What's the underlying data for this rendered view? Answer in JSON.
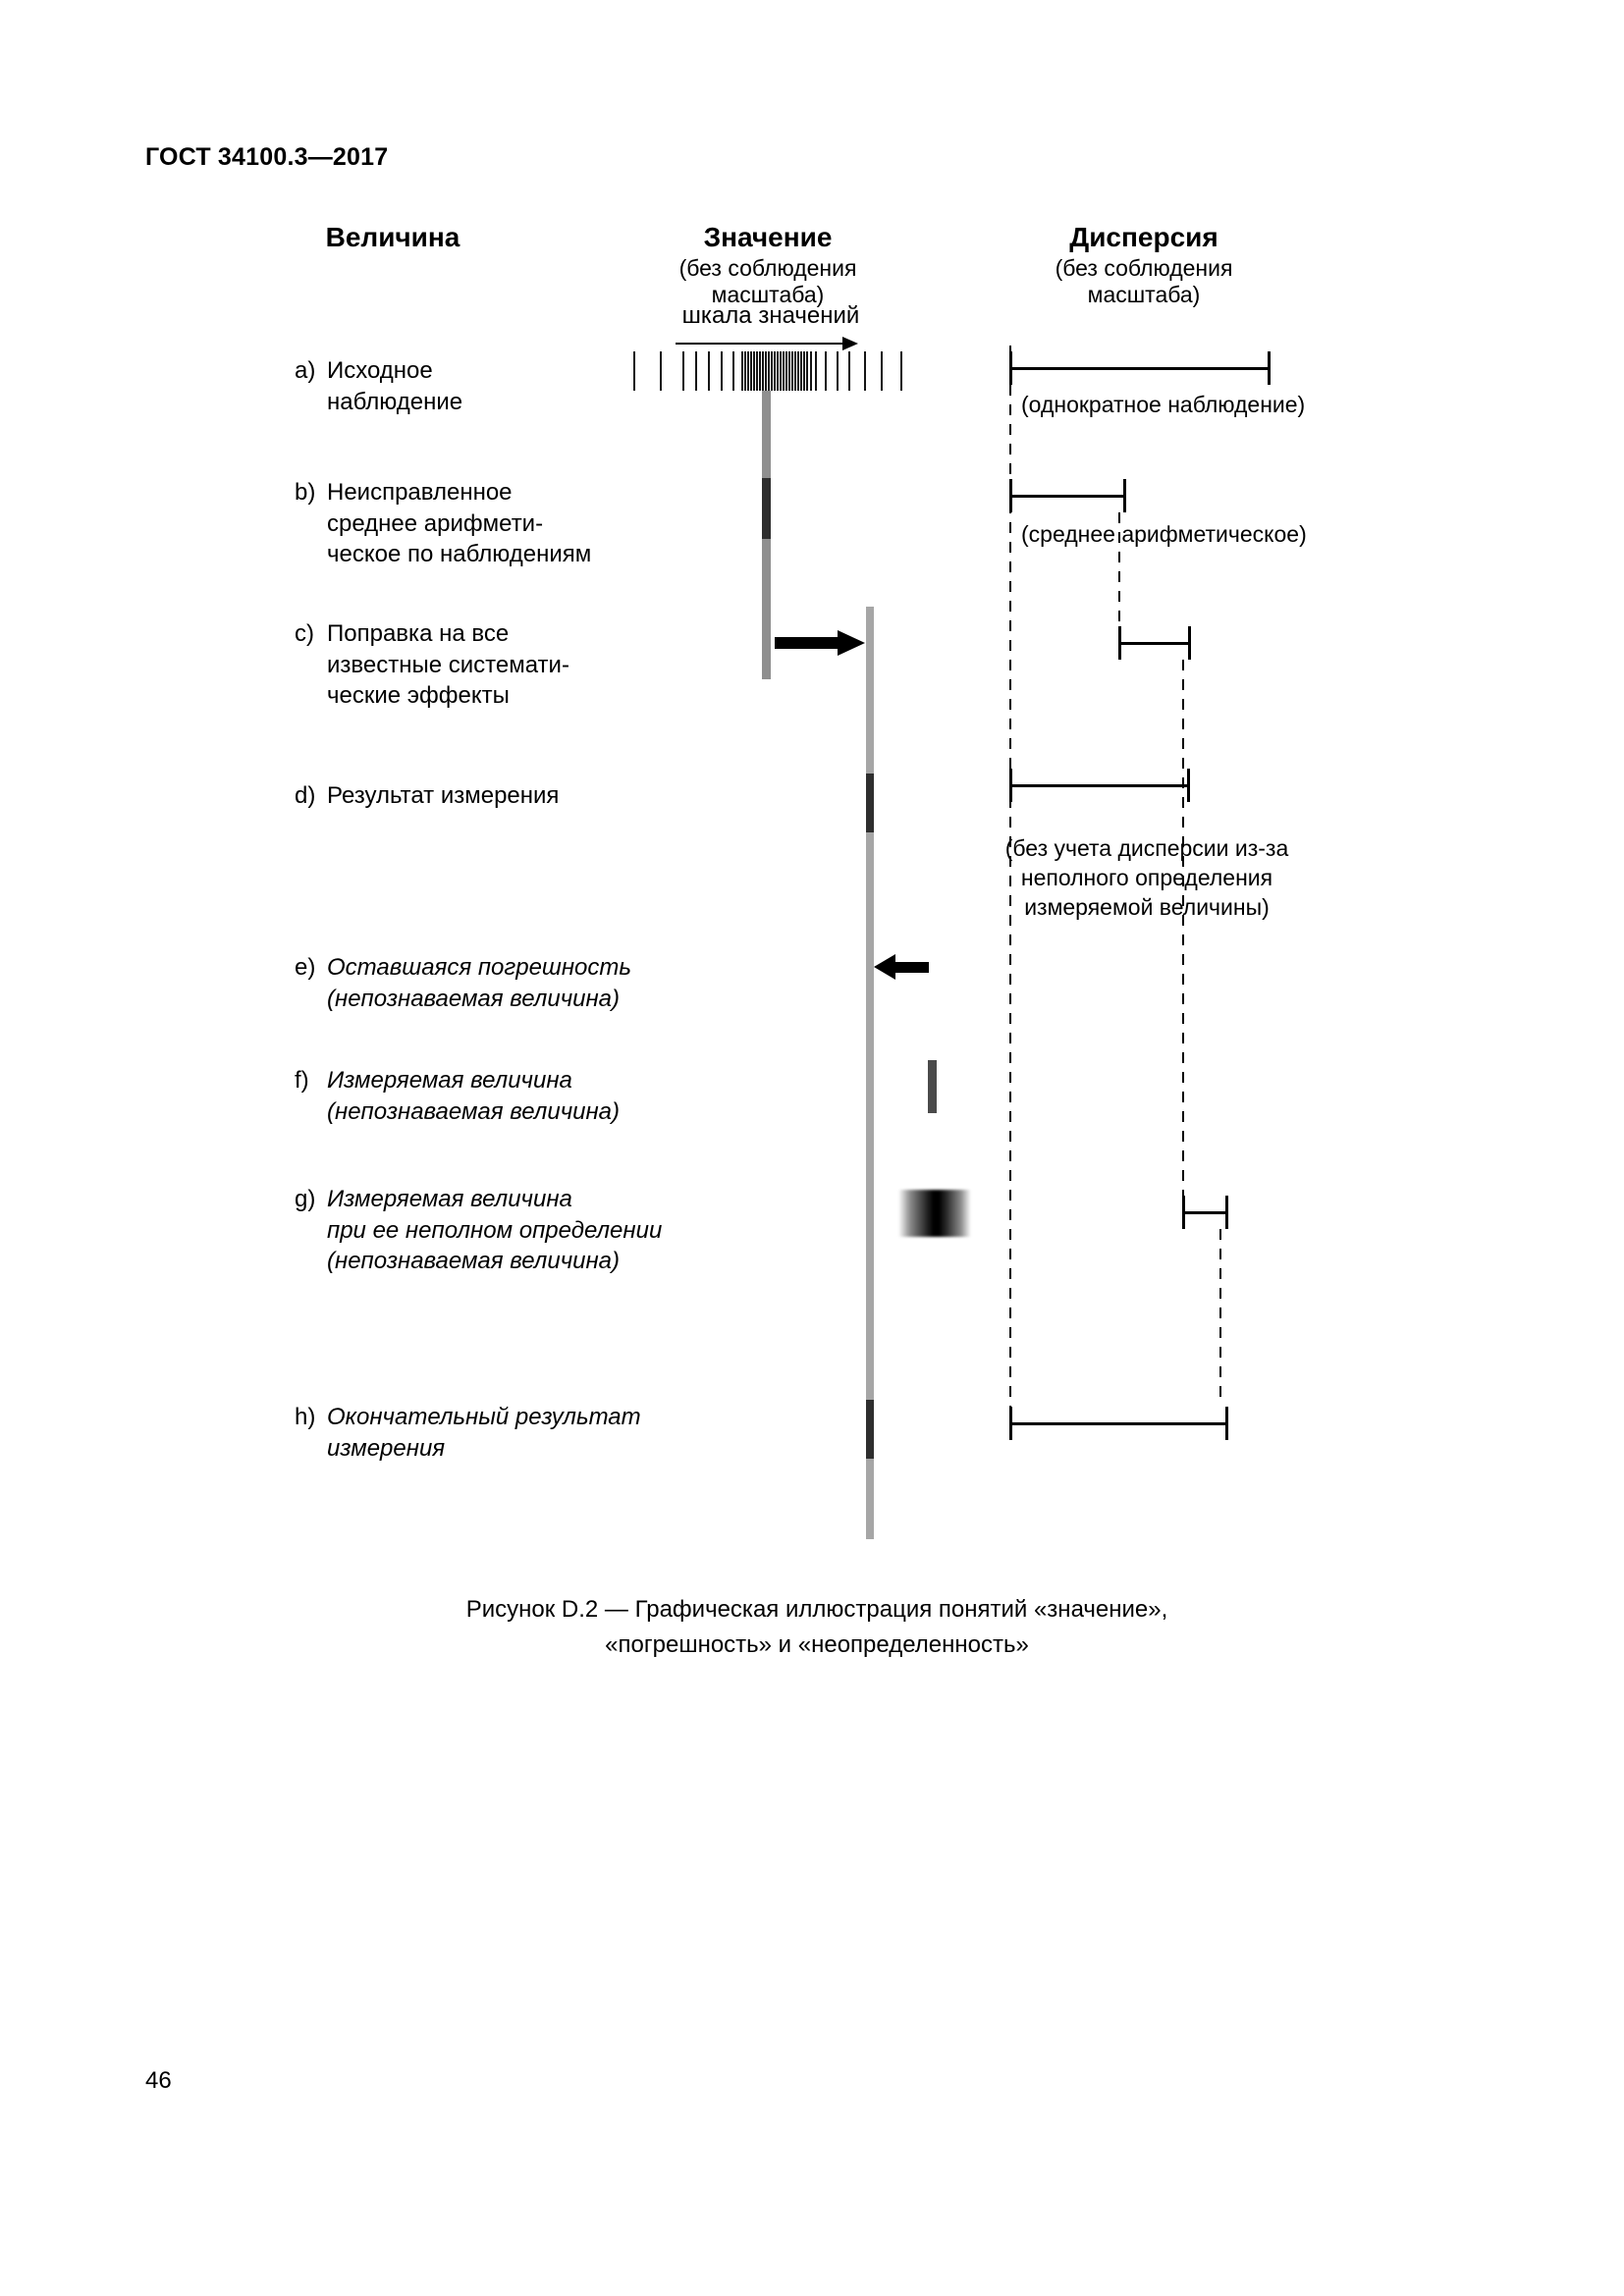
{
  "header": "ГОСТ 34100.3—2017",
  "page_number": "46",
  "columns": {
    "quantity": "Величина",
    "value": "Значение",
    "value_note": "(без соблюдения масштаба)",
    "variance": "Дисперсия",
    "variance_note": "(без соблюдения масштаба)"
  },
  "diagram": {
    "scale_label": "шкала значений",
    "observation_tick_offsets": [
      0,
      27,
      50,
      63,
      76,
      89,
      101,
      110,
      113,
      116,
      119,
      122,
      125,
      128,
      131,
      134,
      137,
      140,
      143,
      146,
      149,
      152,
      155,
      158,
      161,
      164,
      167,
      170,
      173,
      176,
      180,
      185,
      195,
      207,
      219,
      235,
      252,
      272
    ]
  },
  "rows": {
    "a": {
      "label": "a)",
      "text": "Исходное\nнаблюдение"
    },
    "b": {
      "label": "b)",
      "text": "Неисправленное\nсреднее арифмети-\nческое по наблюдениям"
    },
    "c": {
      "label": "c)",
      "text": "Поправка на все\nизвестные системати-\nческие эффекты"
    },
    "d": {
      "label": "d)",
      "text": "Результат измерения"
    },
    "e": {
      "label": "e)",
      "text": "Оставшаяся погрешность\n(непознаваемая величина)"
    },
    "f": {
      "label": "f)",
      "text": "Измеряемая величина\n(непознаваемая величина)"
    },
    "g": {
      "label": "g)",
      "text": "Измеряемая величина\nпри ее неполном определении\n(непознаваемая величина)"
    },
    "h": {
      "label": "h)",
      "text": "Окончательный результат\nизмерения"
    }
  },
  "variance_notes": {
    "a": "(однократное наблюдение)",
    "b": "(среднее арифметическое)",
    "d": "(без учета дисперсии из-за\nнеполного определения\nизмеряемой величины)"
  },
  "caption": "Рисунок D.2 — Графическая иллюстрация понятий «значение»,\n«погрешность» и «неопределенность»",
  "colors": {
    "page-bg": "#ffffff",
    "ink": "#000000",
    "bar-light": "#8f8f8f",
    "bar-lighter": "#a6a6a6",
    "bar-dark": "#2e2e2e",
    "bar-medium": "#4a4a4a"
  }
}
